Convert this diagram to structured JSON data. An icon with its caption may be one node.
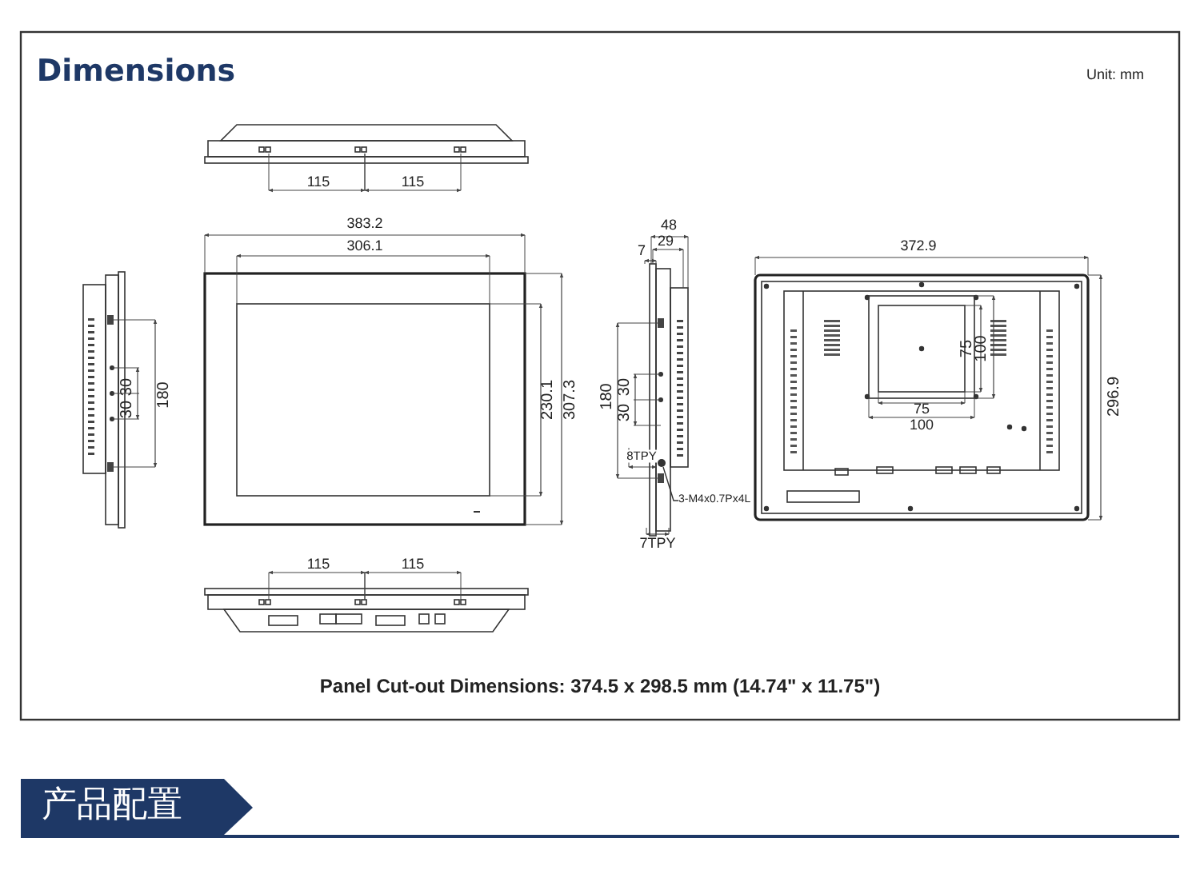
{
  "diagram": {
    "title": "Dimensions",
    "caption": "Panel Cut-out Dimensions: 374.5 x 298.5 mm (14.74\" x 11.75\")",
    "nodes": [
      {
        "text": [
          "3-M4x0.7Px4L"
        ]
      },
      {
        "text": [],
        "shape": "circle"
      }
    ],
    "edges": [
      {
        "from": 0,
        "to": 1,
        "arrow": "none"
      }
    ],
    "labels": [
      "Unit: mm",
      "115",
      "115",
      "383.2",
      "48",
      "306.1",
      "372.9",
      "29",
      "7",
      "75",
      "100",
      "30",
      "30",
      "180",
      "230.1",
      "307.3",
      "180",
      "30",
      "30",
      "8TPY",
      "75",
      "100",
      "296.9",
      "7TPY",
      "115",
      "115",
      "产品配置"
    ]
  }
}
